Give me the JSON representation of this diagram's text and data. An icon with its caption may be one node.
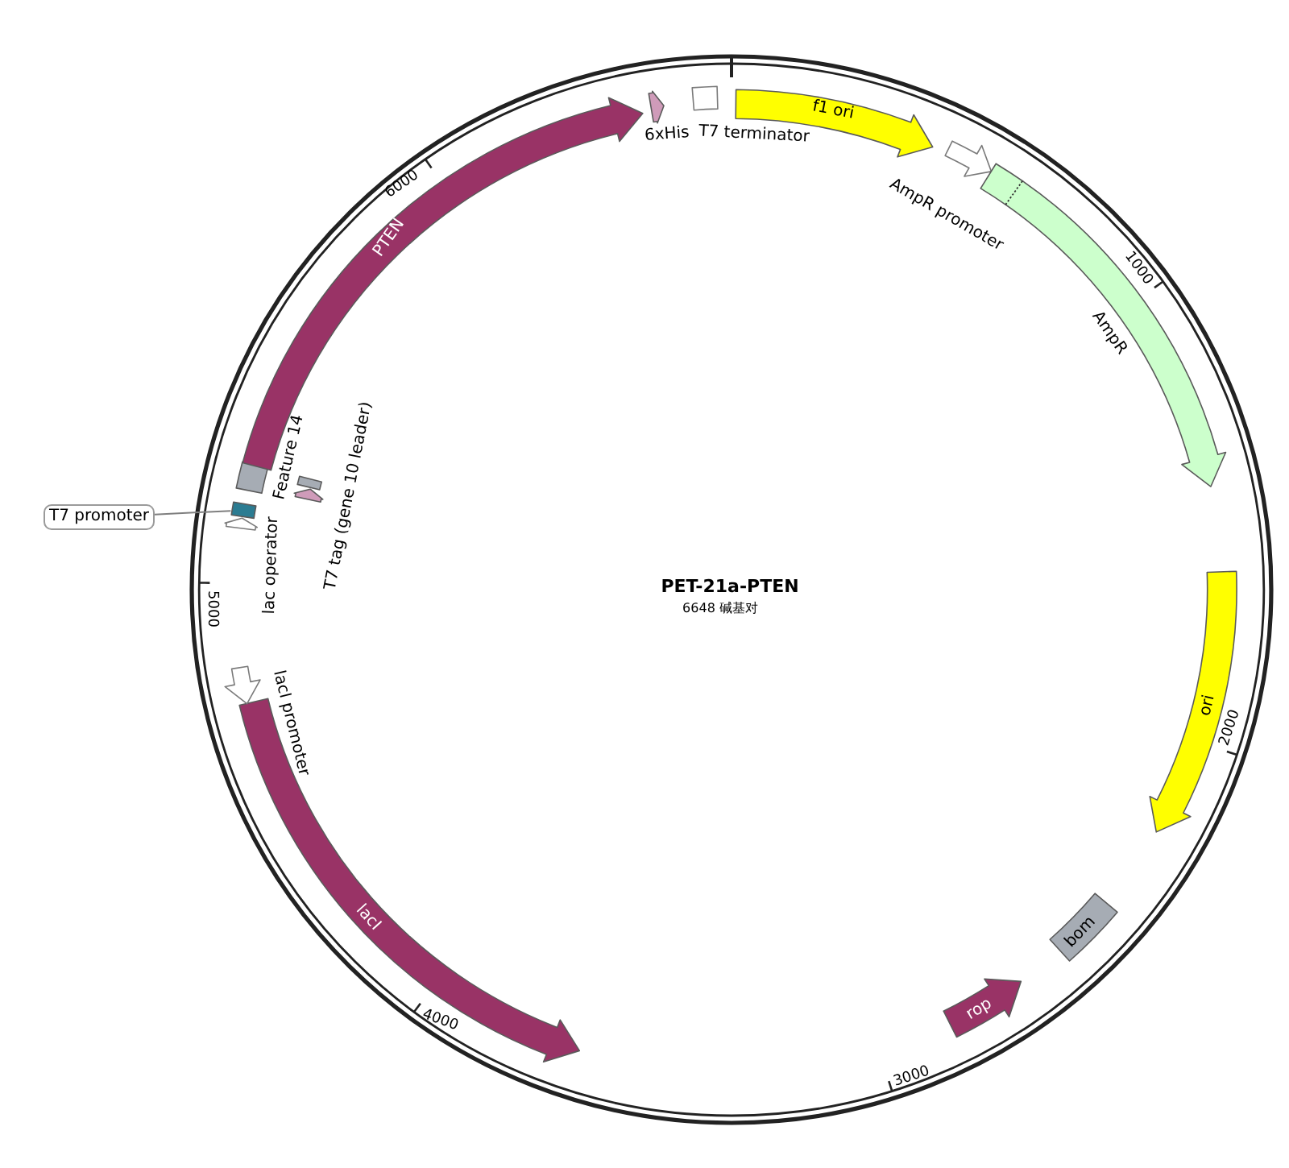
{
  "diagram": {
    "title": "PET-21a-PTEN",
    "nodes": [
      {
        "text": [
          "f1 ori"
        ]
      },
      {
        "text": [
          "AmpR promoter"
        ]
      },
      {
        "text": [
          "AmpR"
        ]
      },
      {
        "text": [
          "ori"
        ]
      },
      {
        "text": [
          "bom"
        ]
      },
      {
        "text": [
          "rop"
        ]
      },
      {
        "text": [
          "lacI"
        ]
      },
      {
        "text": [
          "lacI promoter"
        ]
      },
      {
        "text": [
          "lac operator"
        ]
      },
      {
        "text": [],
        "shape": "box"
      },
      {
        "text": [
          "T7 promoter"
        ]
      },
      {
        "text": [
          "Feature 14"
        ]
      },
      {
        "text": [
          "T7 tag (gene 10 leader)"
        ]
      },
      {
        "text": [],
        "shape": "box"
      },
      {
        "text": [
          "PTEN"
        ]
      },
      {
        "text": [
          "6xHis"
        ]
      },
      {
        "text": [
          "T7 terminator"
        ]
      }
    ],
    "edges": [
      {
        "from": 10,
        "to": 9,
        "arrow": "none"
      }
    ],
    "labels": [
      "6648 碱基对",
      "1000",
      "2000",
      "3000",
      "4000",
      "5000",
      "6000"
    ]
  }
}
